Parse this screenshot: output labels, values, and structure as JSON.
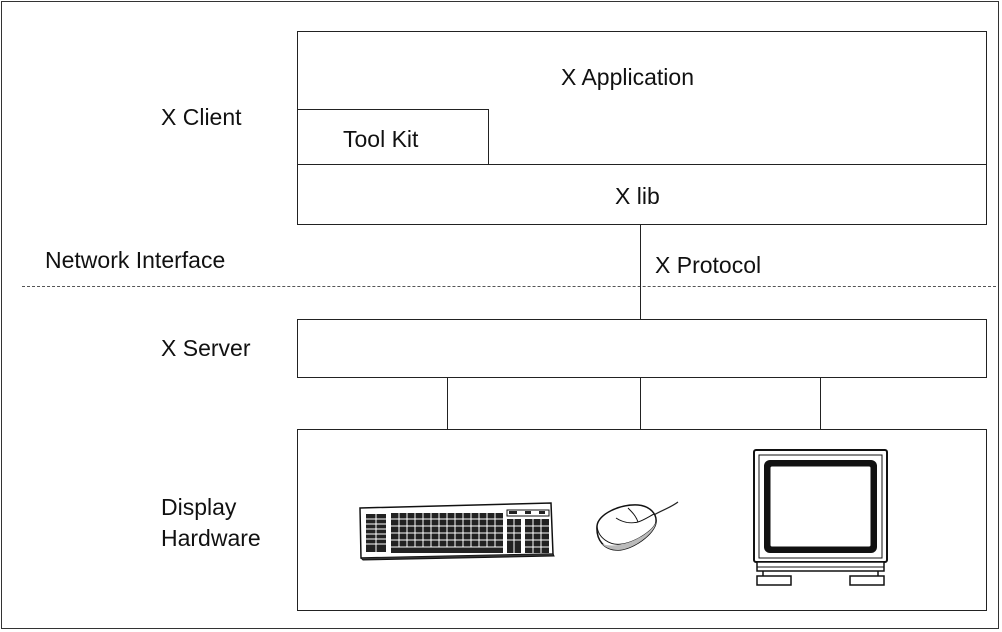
{
  "labels": {
    "x_client": "X Client",
    "network_interface": "Network Interface",
    "x_server": "X Server",
    "display_hardware_line1": "Display",
    "display_hardware_line2": "Hardware"
  },
  "boxes": {
    "x_application": "X Application",
    "tool_kit": "Tool Kit",
    "x_lib": "X lib"
  },
  "connections": {
    "x_protocol": "X Protocol"
  },
  "devices": [
    "keyboard-icon",
    "mouse-icon",
    "monitor-icon"
  ]
}
